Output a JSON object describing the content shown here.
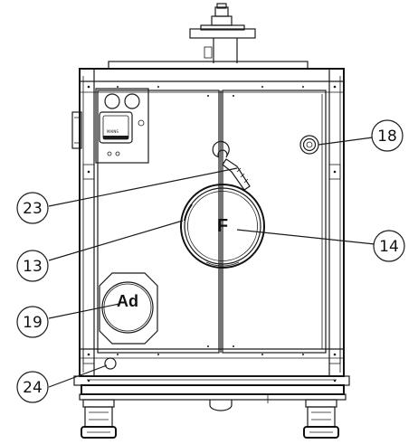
{
  "callouts": [
    {
      "id": "18",
      "label": "18"
    },
    {
      "id": "23",
      "label": "23"
    },
    {
      "id": "13",
      "label": "13"
    },
    {
      "id": "14",
      "label": "14"
    },
    {
      "id": "19",
      "label": "19"
    },
    {
      "id": "24",
      "label": "24"
    }
  ],
  "panel_labels": {
    "front_cover": "F",
    "access_door": "Ad"
  }
}
